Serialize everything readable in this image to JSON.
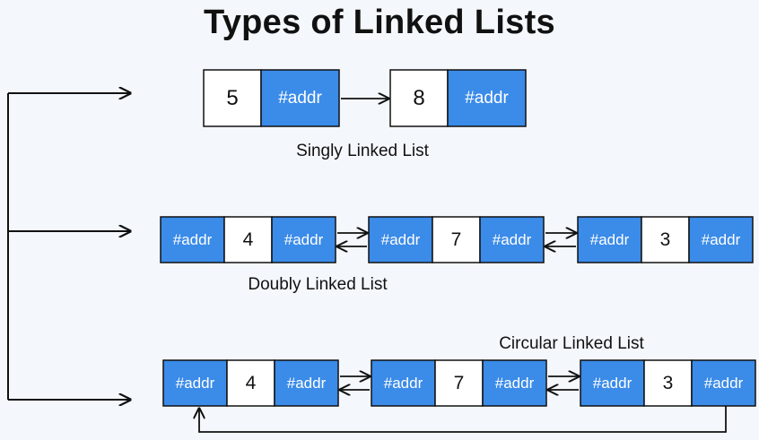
{
  "title": "Types of Linked Lists",
  "colors": {
    "pointer": "#3b8be8",
    "data": "#ffffff",
    "stroke": "#111111",
    "background": "#f4f8fc"
  },
  "singly": {
    "label": "Singly Linked List",
    "nodes": [
      {
        "value": "5",
        "ptr": "#addr"
      },
      {
        "value": "8",
        "ptr": "#addr"
      }
    ]
  },
  "doubly": {
    "label": "Doubly Linked List",
    "nodes": [
      {
        "prev": "#addr",
        "value": "4",
        "next": "#addr"
      },
      {
        "prev": "#addr",
        "value": "7",
        "next": "#addr"
      },
      {
        "prev": "#addr",
        "value": "3",
        "next": "#addr"
      }
    ]
  },
  "circular": {
    "label": "Circular Linked List",
    "nodes": [
      {
        "prev": "#addr",
        "value": "4",
        "next": "#addr"
      },
      {
        "prev": "#addr",
        "value": "7",
        "next": "#addr"
      },
      {
        "prev": "#addr",
        "value": "3",
        "next": "#addr"
      }
    ]
  }
}
